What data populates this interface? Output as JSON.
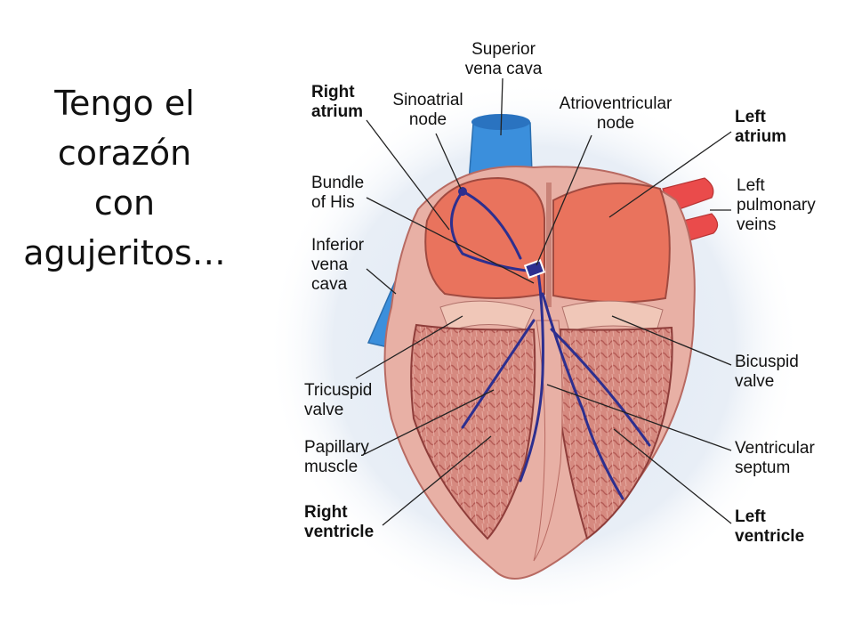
{
  "slide": {
    "title_lines": [
      "Tengo el",
      "corazón",
      "con",
      "agujeritos…"
    ]
  },
  "colors": {
    "chamber": "#e9735d",
    "muscle": "#d99186",
    "outer_wall": "#e8b0a5",
    "vein_blue": "#3b8fdc",
    "artery_red": "#ea4b4b",
    "conduction": "#2d2f8f",
    "halo": "#d8e2ef"
  },
  "labels": {
    "superior_vena_cava": [
      "Superior",
      "vena cava"
    ],
    "right_atrium": [
      "Right",
      "atrium"
    ],
    "sinoatrial_node": [
      "Sinoatrial",
      "node"
    ],
    "atrioventricular_node": [
      "Atrioventricular",
      "node"
    ],
    "left_atrium": [
      "Left",
      "atrium"
    ],
    "bundle_of_his": [
      "Bundle",
      "of His"
    ],
    "left_pulmonary_veins": [
      "Left",
      "pulmonary",
      "veins"
    ],
    "inferior_vena_cava": [
      "Inferior",
      "vena",
      "cava"
    ],
    "bicuspid_valve": [
      "Bicuspid",
      "valve"
    ],
    "tricuspid_valve": [
      "Tricuspid",
      "valve"
    ],
    "papillary_muscle": [
      "Papillary",
      "muscle"
    ],
    "ventricular_septum": [
      "Ventricular",
      "septum"
    ],
    "right_ventricle": [
      "Right",
      "ventricle"
    ],
    "left_ventricle": [
      "Left",
      "ventricle"
    ]
  }
}
